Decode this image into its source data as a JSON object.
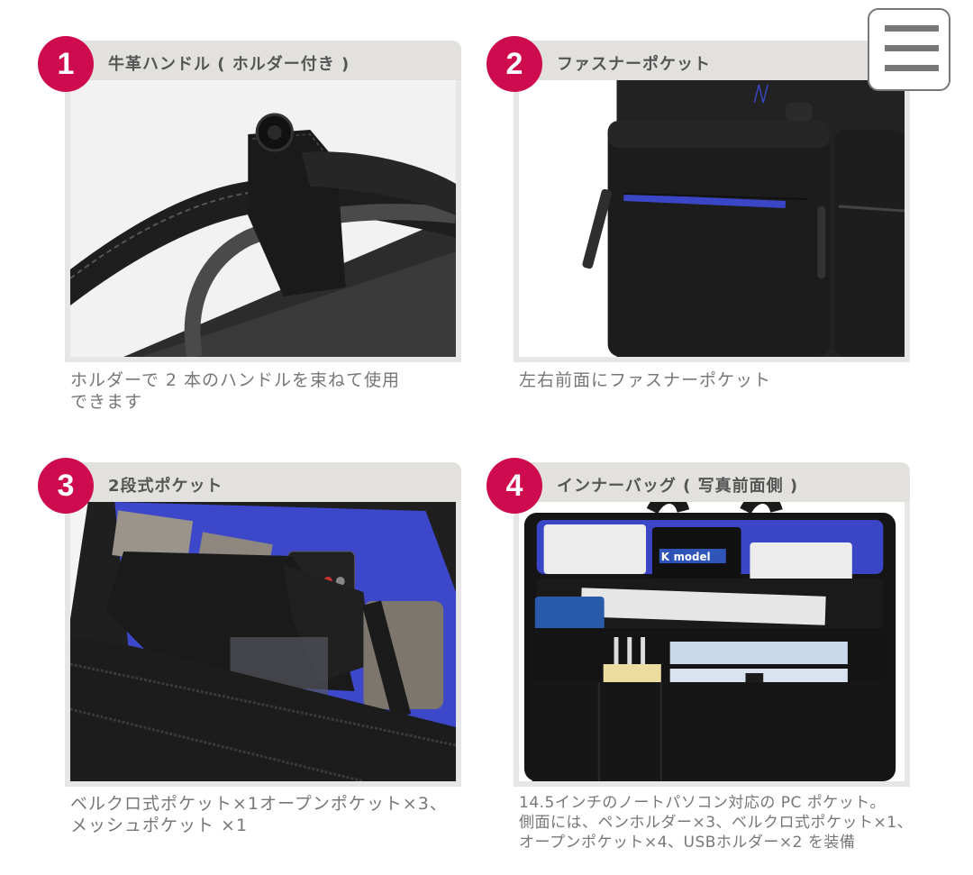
{
  "menu": {
    "icon": "hamburger-menu-icon"
  },
  "colors": {
    "badge": "#cf0b4f",
    "header_bar": "#e2e1dd",
    "caption_text": "#777777",
    "accent_blue": "#3b46c6"
  },
  "features": [
    {
      "number": "1",
      "title": "牛革ハンドル ( ホルダー付き )",
      "caption_lines": [
        "ホルダーで 2 本のハンドルを束ねて使用",
        "できます"
      ],
      "photo": "leather-handle-holder-photo"
    },
    {
      "number": "2",
      "title": "ファスナーポケット",
      "caption_lines": [
        "左右前面にファスナーポケット"
      ],
      "photo": "zipper-pocket-photo"
    },
    {
      "number": "3",
      "title": "2段式ポケット",
      "caption_lines": [
        "ベルクロ式ポケット×1オープンポケット×3、",
        "メッシュポケット ×1"
      ],
      "photo": "two-tier-pocket-photo"
    },
    {
      "number": "4",
      "title": "インナーバッグ ( 写真前面側 )",
      "caption_lines": [
        "14.5インチのノートパソコン対応の PC ポケット。",
        "側面には、ペンホルダー×3、ベルクロ式ポケット×1、",
        "オープンポケット×4、USBホルダー×2 を装備"
      ],
      "photo": "inner-bag-photo",
      "brand_tag": {
        "k": "K",
        "text": "model"
      }
    }
  ]
}
